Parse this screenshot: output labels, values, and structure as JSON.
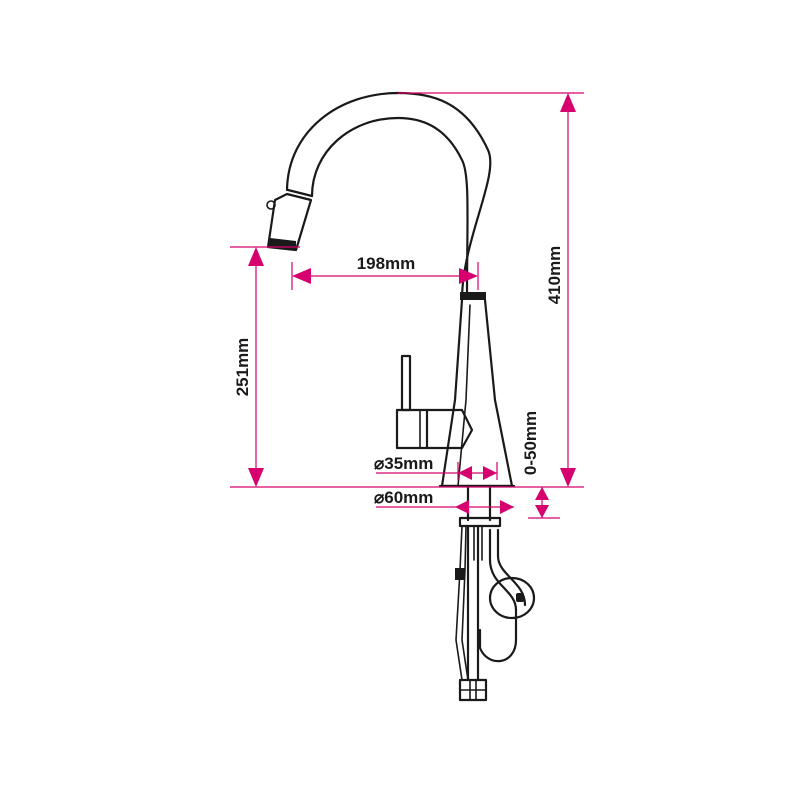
{
  "accent_color": "#d6006e",
  "outline_color": "#1a1a1a",
  "dimensions": {
    "total_height": "410mm",
    "spout_reach": "198mm",
    "spout_height": "251mm",
    "deck_thickness": "0-50mm",
    "base_diameter": "⌀60mm",
    "shank_diameter": "⌀35mm"
  }
}
